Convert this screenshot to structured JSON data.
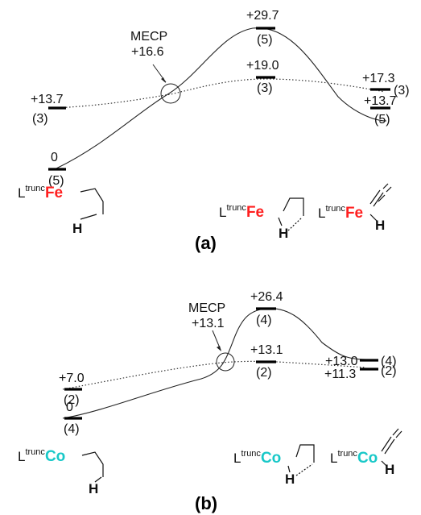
{
  "panel_a": {
    "label": "(a)",
    "metal": "Fe",
    "metal_color": "#ff2020",
    "ligand": "L",
    "ligand_sup": "trunc",
    "h_atom": "H",
    "mecp": {
      "title": "MECP",
      "energy": "+16.6"
    },
    "levels": [
      {
        "energy": "0",
        "spin": "(5)"
      },
      {
        "energy": "+13.7",
        "spin": "(3)"
      },
      {
        "energy": "+29.7",
        "spin": "(5)"
      },
      {
        "energy": "+19.0",
        "spin": "(3)"
      },
      {
        "energy": "+17.3",
        "spin": "(3)"
      },
      {
        "energy": "+13.7",
        "spin": "(5)"
      }
    ]
  },
  "panel_b": {
    "label": "(b)",
    "metal": "Co",
    "metal_color": "#18c8c8",
    "ligand": "L",
    "ligand_sup": "trunc",
    "h_atom": "H",
    "mecp": {
      "title": "MECP",
      "energy": "+13.1"
    },
    "levels": [
      {
        "energy": "0",
        "spin": "(4)"
      },
      {
        "energy": "+7.0",
        "spin": "(2)"
      },
      {
        "energy": "+26.4",
        "spin": "(4)"
      },
      {
        "energy": "+13.1",
        "spin": "(2)"
      },
      {
        "energy": "+13.0",
        "spin": "(4)"
      },
      {
        "energy": "+11.3",
        "spin": "(2)"
      }
    ]
  }
}
